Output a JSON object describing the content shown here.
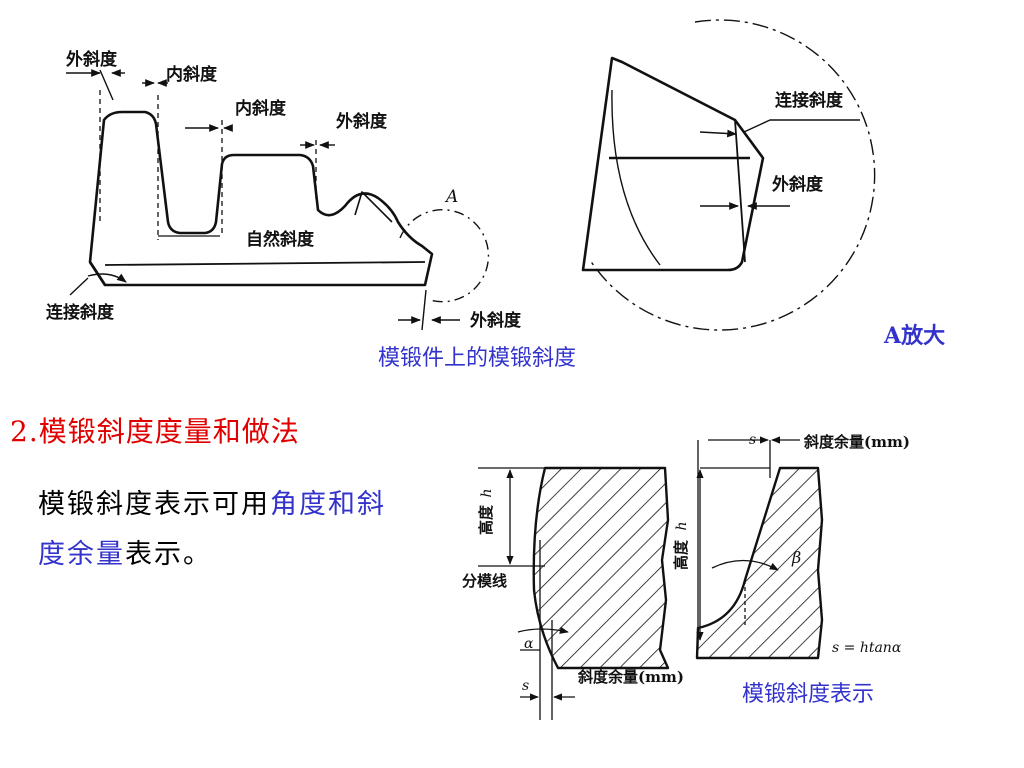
{
  "diagram1": {
    "labels": {
      "outer_slope_1": "外斜度",
      "inner_slope_1": "内斜度",
      "inner_slope_2": "内斜度",
      "outer_slope_2": "外斜度",
      "natural_slope": "自然斜度",
      "connect_slope": "连接斜度",
      "outer_slope_3": "外斜度",
      "detail_ref": "A"
    },
    "caption": "模锻件上的模锻斜度"
  },
  "diagram2": {
    "labels": {
      "connect_slope": "连接斜度",
      "outer_slope": "外斜度"
    },
    "caption": "A放大"
  },
  "section": {
    "heading": "2.模锻斜度度量和做法",
    "text_before": "模锻斜度表示可用",
    "highlight": "角度和斜度余量",
    "text_after": "表示。"
  },
  "diagram3": {
    "labels": {
      "height_left": "高度",
      "height_left_symbol": "h",
      "parting_line": "分模线",
      "alpha": "α",
      "s_left": "s",
      "allowance_left": "斜度余量(mm)",
      "s_top": "s",
      "allowance_top": "斜度余量(mm)",
      "height_right": "高度",
      "height_right_symbol": "h",
      "beta": "β",
      "formula": "s = htanα"
    },
    "caption": "模锻斜度表示"
  },
  "colors": {
    "heading": "#e00000",
    "highlight": "#3333cc",
    "caption": "#3333cc"
  }
}
